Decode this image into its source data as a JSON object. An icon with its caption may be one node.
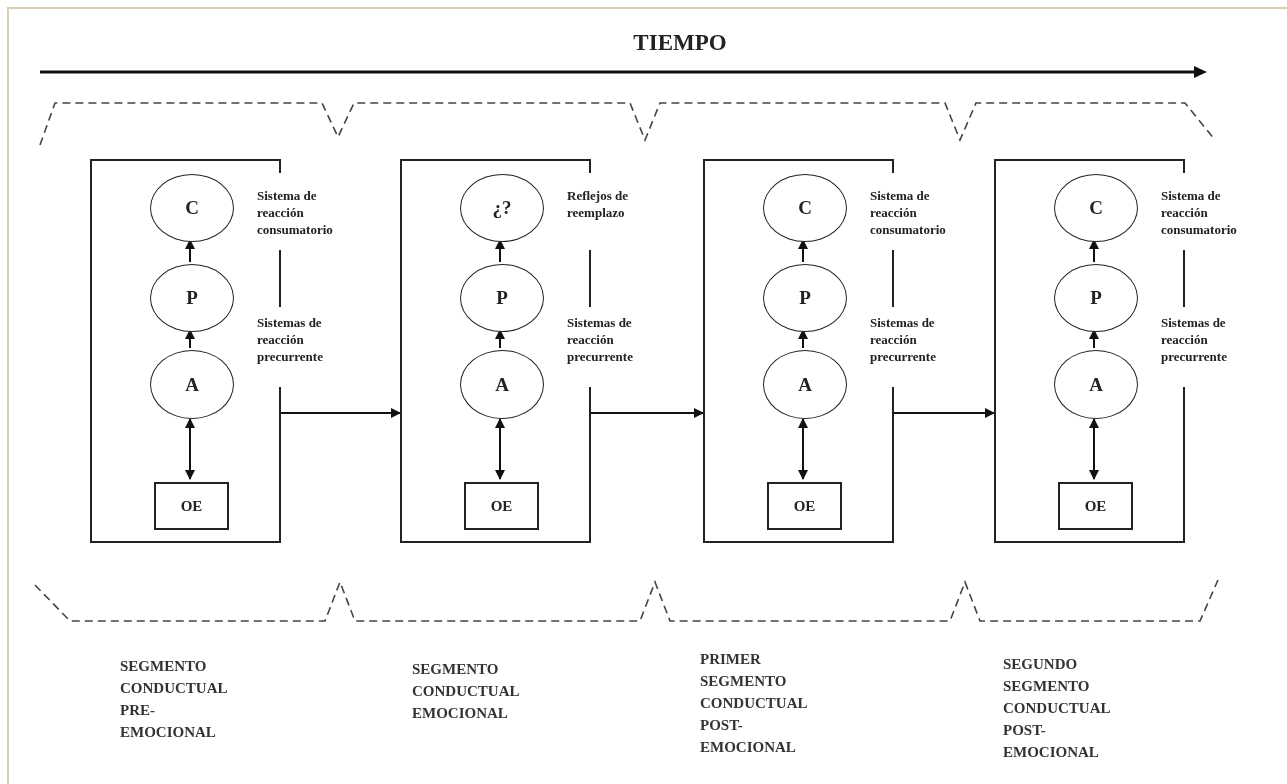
{
  "diagram": {
    "title": "TIEMPO",
    "nodes": [
      {
        "text": [
          "Sistema de reacción consumatorio",
          "Sistemas de reacción precurrente"
        ]
      },
      {
        "text": [
          "C"
        ],
        "in": 0
      },
      {
        "text": [
          "P"
        ],
        "in": 0
      },
      {
        "text": [
          "A"
        ],
        "in": 0
      },
      {
        "text": [
          "OE"
        ],
        "in": 0
      },
      {
        "text": [
          "Reflejos de reemplazo",
          "Sistemas de reacción precurrente"
        ]
      },
      {
        "text": [
          "¿?"
        ],
        "in": 5
      },
      {
        "text": [
          "P"
        ],
        "in": 5
      },
      {
        "text": [
          "A"
        ],
        "in": 5
      },
      {
        "text": [
          "OE"
        ],
        "in": 5
      },
      {
        "text": [
          "Sistema de reacción consumatorio",
          "Sistemas de reacción precurrente"
        ]
      },
      {
        "text": [
          "C"
        ],
        "in": 10
      },
      {
        "text": [
          "P"
        ],
        "in": 10
      },
      {
        "text": [
          "A"
        ],
        "in": 10
      },
      {
        "text": [
          "OE"
        ],
        "in": 10
      },
      {
        "text": [
          "Sistema de reacción consumatorio",
          "Sistemas de reacción precurrente"
        ]
      },
      {
        "text": [
          "C"
        ],
        "in": 15
      },
      {
        "text": [
          "P"
        ],
        "in": 15
      },
      {
        "text": [
          "A"
        ],
        "in": 15
      },
      {
        "text": [
          "OE"
        ],
        "in": 15
      }
    ],
    "edges": [
      {
        "from": 2,
        "to": 1,
        "arrow": "to"
      },
      {
        "from": 3,
        "to": 2,
        "arrow": "to"
      },
      {
        "from": 3,
        "to": 4,
        "arrow": "both"
      },
      {
        "from": 7,
        "to": 6,
        "arrow": "to"
      },
      {
        "from": 8,
        "to": 7,
        "arrow": "to"
      },
      {
        "from": 8,
        "to": 9,
        "arrow": "both"
      },
      {
        "from": 12,
        "to": 11,
        "arrow": "to"
      },
      {
        "from": 13,
        "to": 12,
        "arrow": "to"
      },
      {
        "from": 13,
        "to": 14,
        "arrow": "both"
      },
      {
        "from": 17,
        "to": 16,
        "arrow": "to"
      },
      {
        "from": 18,
        "to": 17,
        "arrow": "to"
      },
      {
        "from": 18,
        "to": 19,
        "arrow": "both"
      },
      {
        "from": 0,
        "to": 5,
        "arrow": "to"
      },
      {
        "from": 5,
        "to": 10,
        "arrow": "to"
      },
      {
        "from": 10,
        "to": 15,
        "arrow": "to"
      }
    ],
    "labels": [
      "SEGMENTO CONDUCTUAL PRE-EMOCIONAL",
      "SEGMENTO CONDUCTUAL EMOCIONAL",
      "PRIMER SEGMENTO CONDUCTUAL POST-EMOCIONAL",
      "SEGUNDO SEGMENTO CONDUCTUAL POST-EMOCIONAL"
    ]
  }
}
